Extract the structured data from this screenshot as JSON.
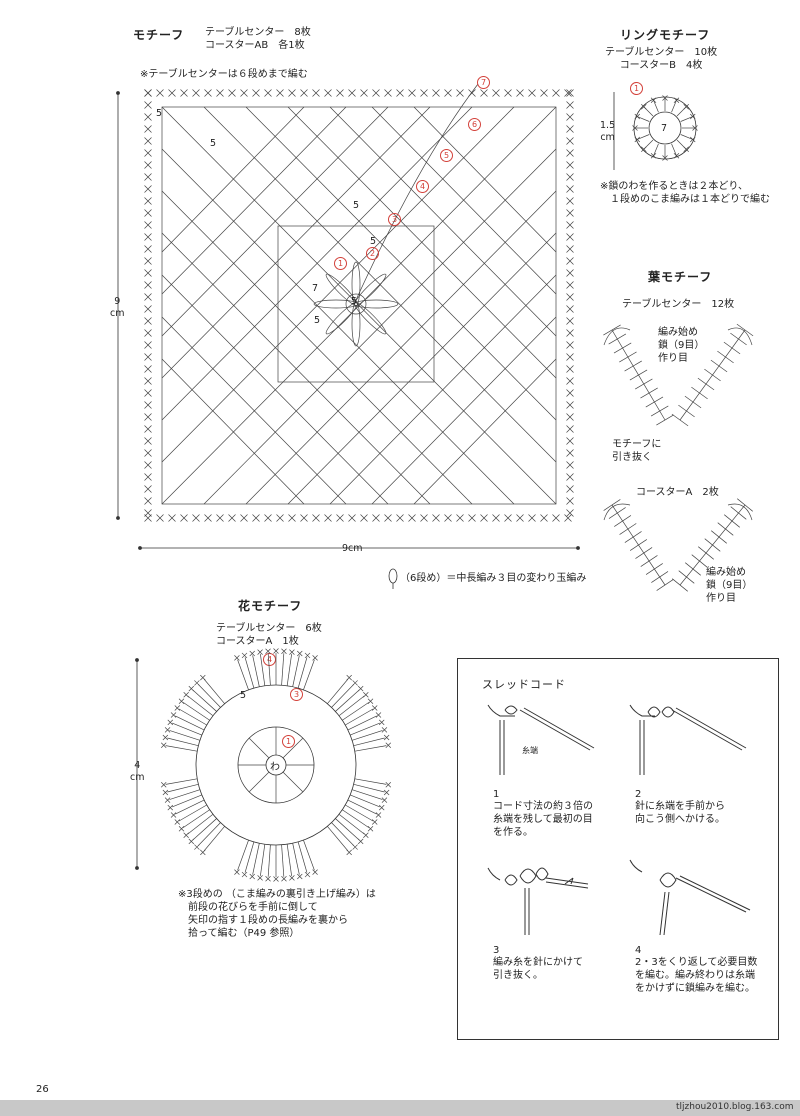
{
  "motif": {
    "title": "モチーフ",
    "counts": "テーブルセンター　8枚\nコースターAB　各1枚",
    "note": "※テーブルセンターは６段めまで編む",
    "height_label": "9\ncm",
    "width_label": "9cm",
    "legend": "（6段め）＝中長編み３目の変わり玉編み",
    "round_labels": [
      "1",
      "2",
      "3",
      "4",
      "5",
      "6",
      "7"
    ],
    "inner_labels": [
      "5",
      "5",
      "5",
      "5",
      "5",
      "7",
      "5",
      "5",
      "5"
    ]
  },
  "ring_motif": {
    "title": "リングモチーフ",
    "counts": "テーブルセンター　10枚\nコースターB　4枚",
    "size_label": "1.5\ncm",
    "round_label": "1",
    "center_label": "7",
    "note": "※鎖のわを作るときは２本どり、\n　１段めのこま編みは１本どりで編む"
  },
  "leaf_motif": {
    "title": "葉モチーフ",
    "counts1": "テーブルセンター　12枚",
    "start1": "編み始め\n鎖（9目）\n作り目",
    "pull": "モチーフに\n引き抜く",
    "counts2": "コースターA　2枚",
    "start2": "編み始め\n鎖（9目）\n作り目"
  },
  "flower_motif": {
    "title": "花モチーフ",
    "counts": "テーブルセンター　6枚\nコースターA　1枚",
    "size_label": "4\ncm",
    "round_labels": [
      "4",
      "3",
      "1"
    ],
    "center_label": "わ",
    "inner_label": "5",
    "note": "※3段めの （こま編みの裏引き上げ編み）は\n　前段の花びらを手前に倒して\n　矢印の指す１段めの長編みを裏から\n　拾って編む（P49 参照）"
  },
  "sled_cord": {
    "title": "スレッドコード",
    "yarn_end": "糸端",
    "steps": [
      {
        "num": "1",
        "text": "コード寸法の約３倍の\n糸端を残して最初の目\nを作る。"
      },
      {
        "num": "2",
        "text": "針に糸端を手前から\n向こう側へかける。"
      },
      {
        "num": "3",
        "text": "編み糸を針にかけて\n引き抜く。"
      },
      {
        "num": "4",
        "text": "2・3をくり返して必要目数\nを編む。編み終わりは糸端\nをかけずに鎖編みを編む。"
      }
    ]
  },
  "page_number": "26",
  "source": "tljzhou2010.blog.163.com"
}
